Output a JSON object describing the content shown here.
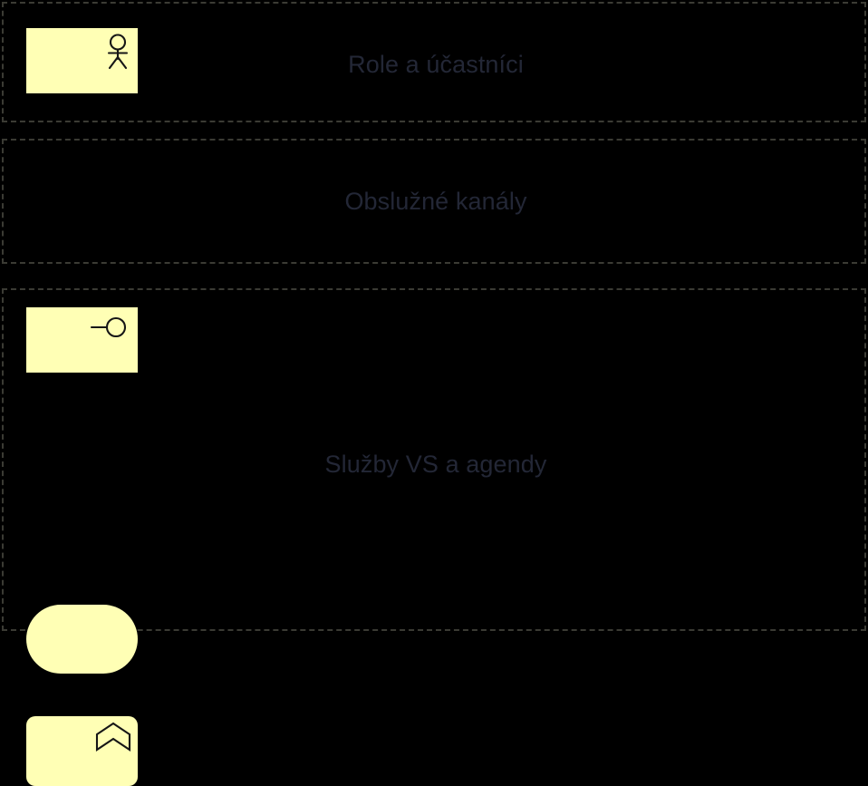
{
  "diagram": {
    "notation": "ArchiMate",
    "background_color": "#000000",
    "element_fill_color": "#FFFFB5",
    "label_color": "#232736",
    "border_color": "#3b3b34",
    "layers": [
      {
        "id": "roles",
        "label": "Role a účastníci",
        "elements": [
          {
            "id": "actor",
            "icon": "business-actor-icon",
            "shape": "rectangle"
          }
        ]
      },
      {
        "id": "channels",
        "label": "Obslužné kanály",
        "elements": [
          {
            "id": "interface",
            "icon": "business-interface-icon",
            "shape": "rectangle"
          }
        ]
      },
      {
        "id": "services",
        "label": "Služby VS a agendy",
        "elements": [
          {
            "id": "service",
            "icon": "business-service-icon",
            "shape": "pill"
          },
          {
            "id": "function",
            "icon": "business-function-icon",
            "shape": "rounded-rectangle"
          }
        ]
      }
    ]
  }
}
